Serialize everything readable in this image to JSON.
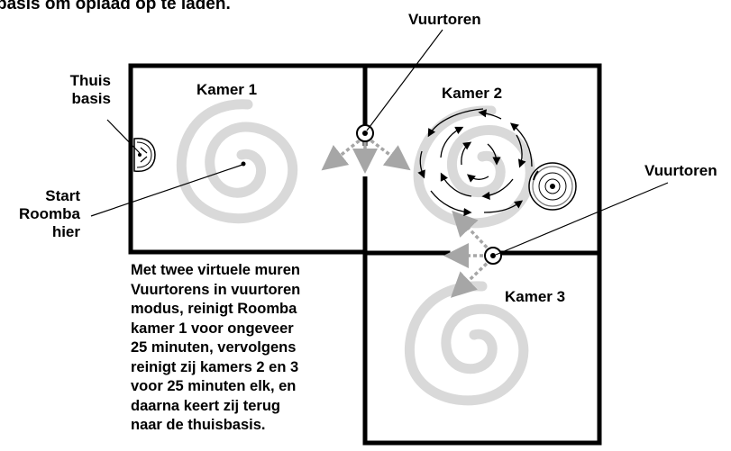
{
  "header_text": "basis om oplaad op te laden.",
  "labels": {
    "beacon_top": "Vuurtoren",
    "beacon_right": "Vuurtoren",
    "home_base": "Thuis\nbasis",
    "start": "Start\nRoomba\nhier",
    "room1": "Kamer 1",
    "room2": "Kamer 2",
    "room3": "Kamer 3"
  },
  "caption": "Met twee virtuele muren\nVuurtorens in vuurtoren\nmodus, reinigt Roomba\nkamer 1 voor ongeveer\n25 minuten, vervolgens\nreinigt zij kamers 2 en 3\nvoor 25 minuten elk, en\ndaarna keert zij terug\nnaar de thuisbasis.",
  "colors": {
    "wall": "#000000",
    "spiral": "#d9d9d9",
    "beam": "#a6a6a6",
    "ink": "#000000"
  },
  "icons": [
    "home-base-icon",
    "roomba-icon",
    "lighthouse-icon"
  ]
}
